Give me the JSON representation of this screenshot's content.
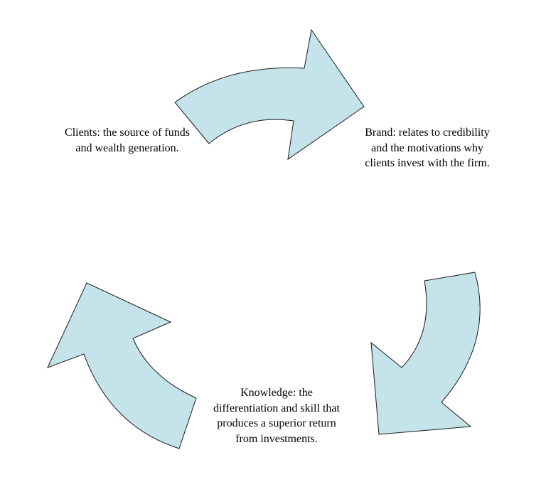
{
  "diagram": {
    "nodes": [
      {
        "id": "clients",
        "text": "Clients: the source of funds and wealth generation."
      },
      {
        "id": "brand",
        "text": "Brand: relates to credibility and the motivations why clients invest with the firm."
      },
      {
        "id": "knowledge",
        "text": "Knowledge: the differentiation and skill that produces a superior return from investments."
      }
    ],
    "edges": [
      {
        "from": "clients",
        "to": "brand"
      },
      {
        "from": "brand",
        "to": "knowledge"
      },
      {
        "from": "knowledge",
        "to": "clients"
      }
    ],
    "colors": {
      "arrow_fill": "#c4e3ea",
      "arrow_stroke": "#1a1a1a",
      "text": "#000000"
    }
  }
}
